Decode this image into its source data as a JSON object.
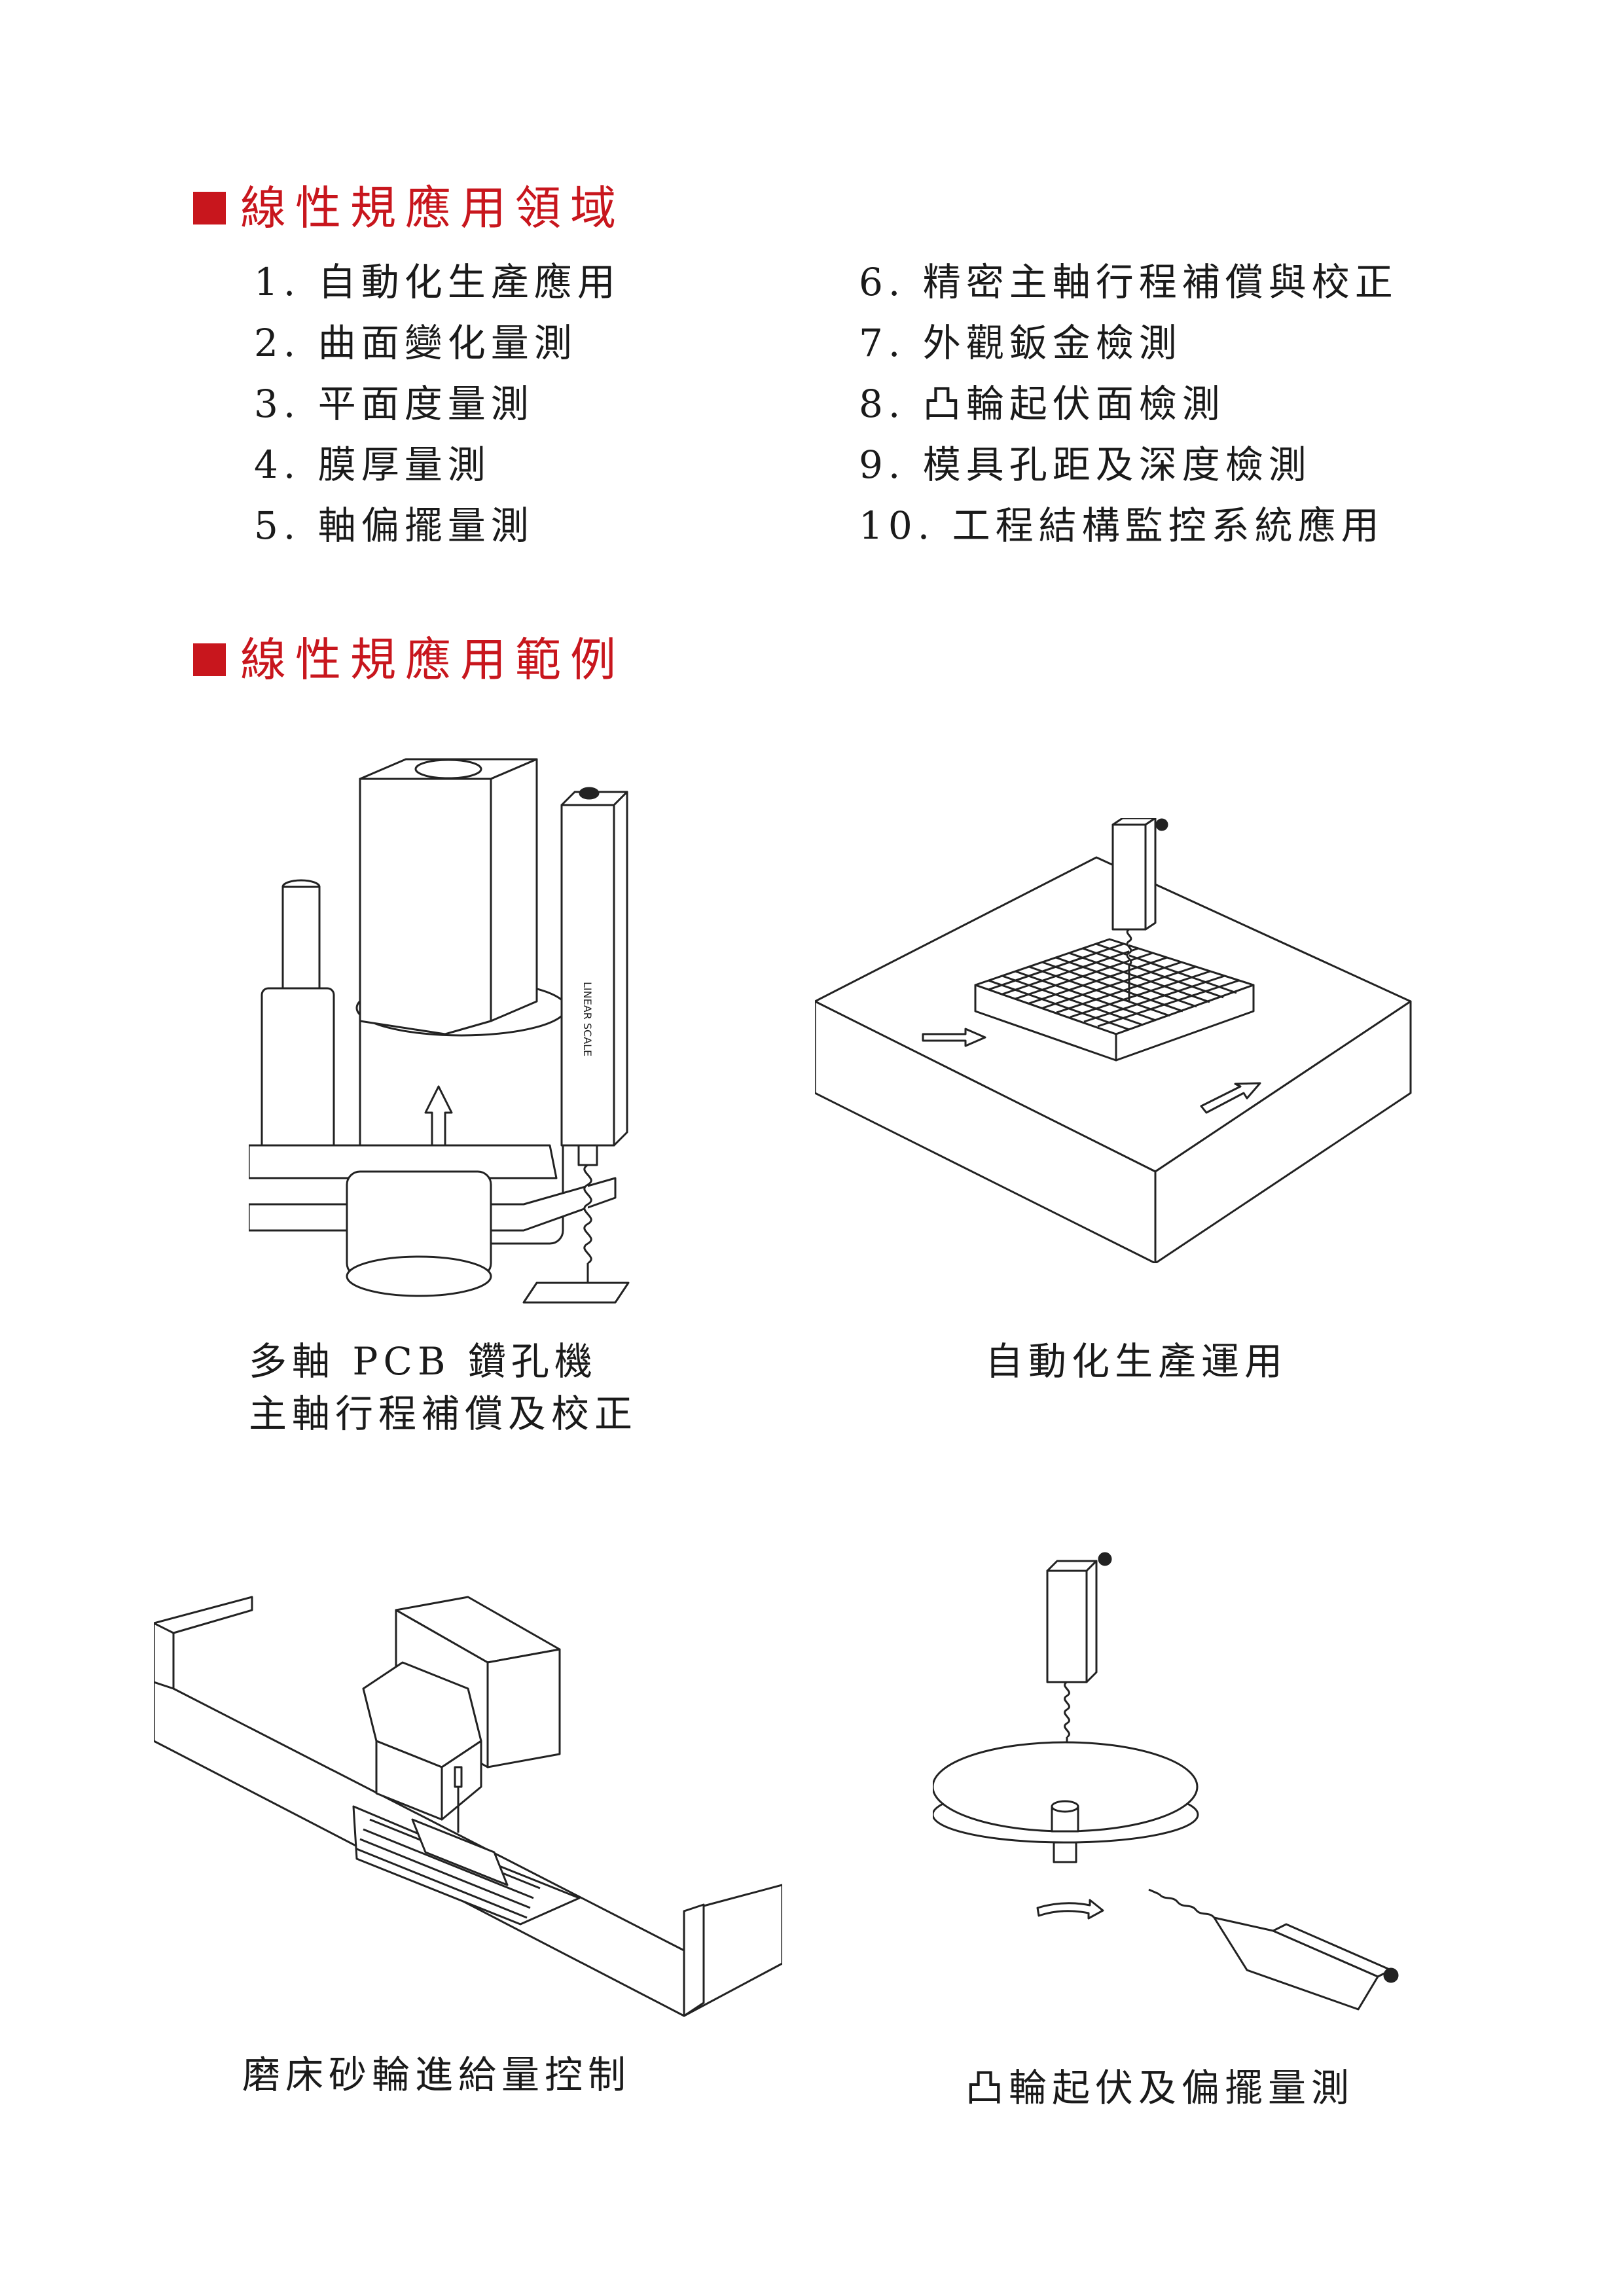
{
  "section1": {
    "title": "線性規應用領域",
    "left_items": [
      "1. 自動化生產應用",
      "2. 曲面變化量測",
      "3. 平面度量測",
      "4. 膜厚量測",
      "5. 軸偏擺量測"
    ],
    "right_items": [
      "6. 精密主軸行程補償與校正",
      "7. 外觀鈑金檢測",
      "8. 凸輪起伏面檢測",
      "9. 模具孔距及深度檢測",
      "10. 工程結構監控系統應用"
    ]
  },
  "section2": {
    "title": "線性規應用範例",
    "examples": [
      {
        "caption_line1": "多軸 PCB 鑽孔機",
        "caption_line2": "主軸行程補償及校正",
        "icon": "pcb-drill-spindle-illustration"
      },
      {
        "caption_line1": "自動化生產運用",
        "icon": "grid-block-automation-illustration"
      },
      {
        "caption_line1": "磨床砂輪進給量控制",
        "icon": "grinder-feed-illustration"
      },
      {
        "caption_line1": "凸輪起伏及偏擺量測",
        "icon": "cam-runout-illustration"
      }
    ]
  },
  "colors": {
    "accent": "#c8161d",
    "text": "#1a1a1a",
    "line": "#222222"
  }
}
